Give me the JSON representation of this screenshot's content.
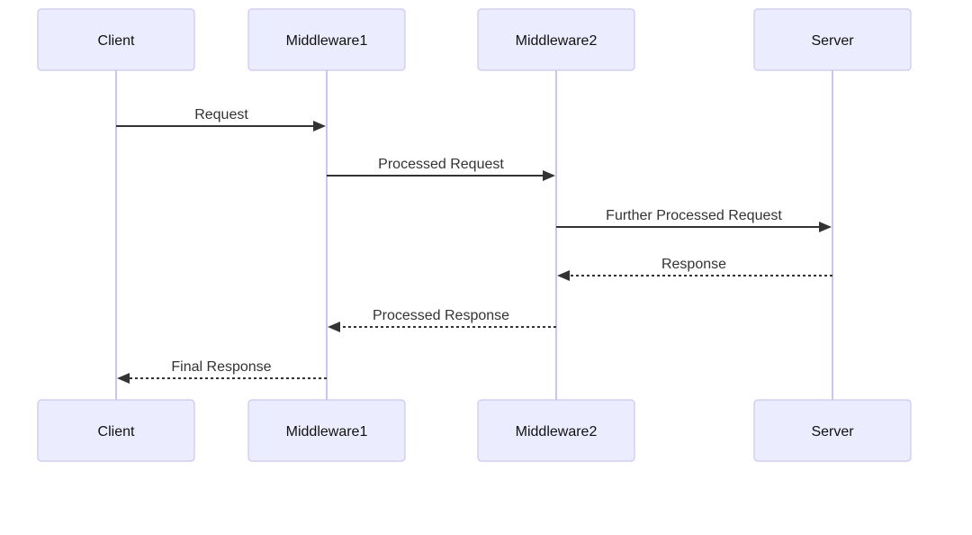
{
  "diagram": {
    "type": "sequence-diagram",
    "actors": [
      {
        "name": "Client"
      },
      {
        "name": "Middleware1"
      },
      {
        "name": "Middleware2"
      },
      {
        "name": "Server"
      }
    ],
    "messages": [
      {
        "from": "Client",
        "to": "Middleware1",
        "label": "Request",
        "line": "solid",
        "direction": "right"
      },
      {
        "from": "Middleware1",
        "to": "Middleware2",
        "label": "Processed Request",
        "line": "solid",
        "direction": "right"
      },
      {
        "from": "Middleware2",
        "to": "Server",
        "label": "Further Processed Request",
        "line": "solid",
        "direction": "right"
      },
      {
        "from": "Server",
        "to": "Middleware2",
        "label": "Response",
        "line": "dashed",
        "direction": "left"
      },
      {
        "from": "Middleware2",
        "to": "Middleware1",
        "label": "Processed Response",
        "line": "dashed",
        "direction": "left"
      },
      {
        "from": "Middleware1",
        "to": "Client",
        "label": "Final Response",
        "line": "dashed",
        "direction": "left"
      }
    ],
    "colors": {
      "actor_fill": "#ECECFF",
      "actor_border": "#CCC6F0",
      "actor_text": "#111111",
      "lifeline": "#CCC6EC",
      "arrow": "#333333",
      "message_text": "#333333",
      "background": "#FFFFFF"
    }
  }
}
